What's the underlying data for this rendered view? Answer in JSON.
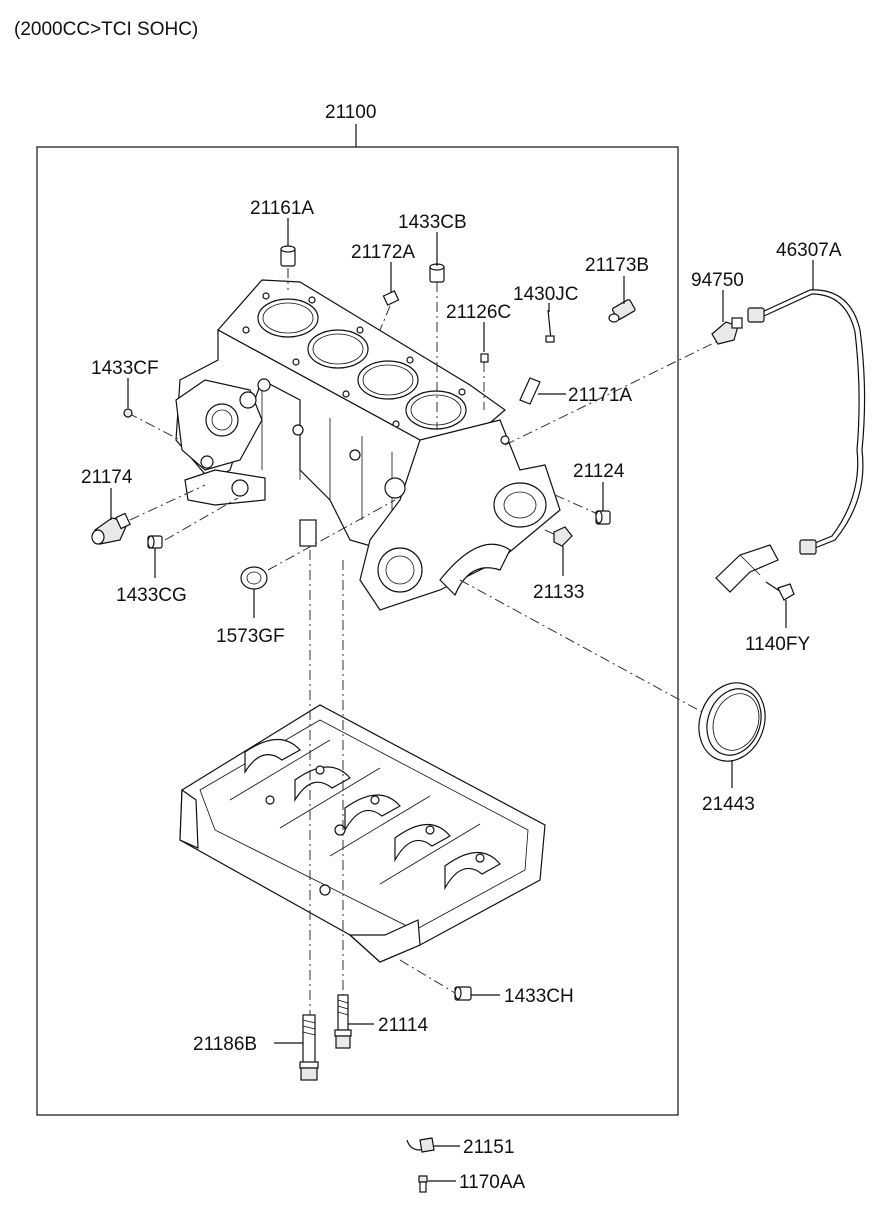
{
  "header": {
    "engine": "(2000CC>TCI SOHC)"
  },
  "assembly": {
    "main_part": "21100"
  },
  "callouts": {
    "p21161A": "21161A",
    "p1433CB": "1433CB",
    "p21172A": "21172A",
    "p21173B": "21173B",
    "p94750": "94750",
    "p46307A": "46307A",
    "p1430JC": "1430JC",
    "p21126C": "21126C",
    "p1433CF": "1433CF",
    "p21171A": "21171A",
    "p21174": "21174",
    "p21124": "21124",
    "p1433CG": "1433CG",
    "p21133": "21133",
    "p1573GF": "1573GF",
    "p1140FY": "1140FY",
    "p21443": "21443",
    "p1433CH": "1433CH",
    "p21114": "21114",
    "p21186B": "21186B"
  },
  "loose_parts": {
    "p21151": "21151",
    "p1170AA": "1170AA"
  }
}
